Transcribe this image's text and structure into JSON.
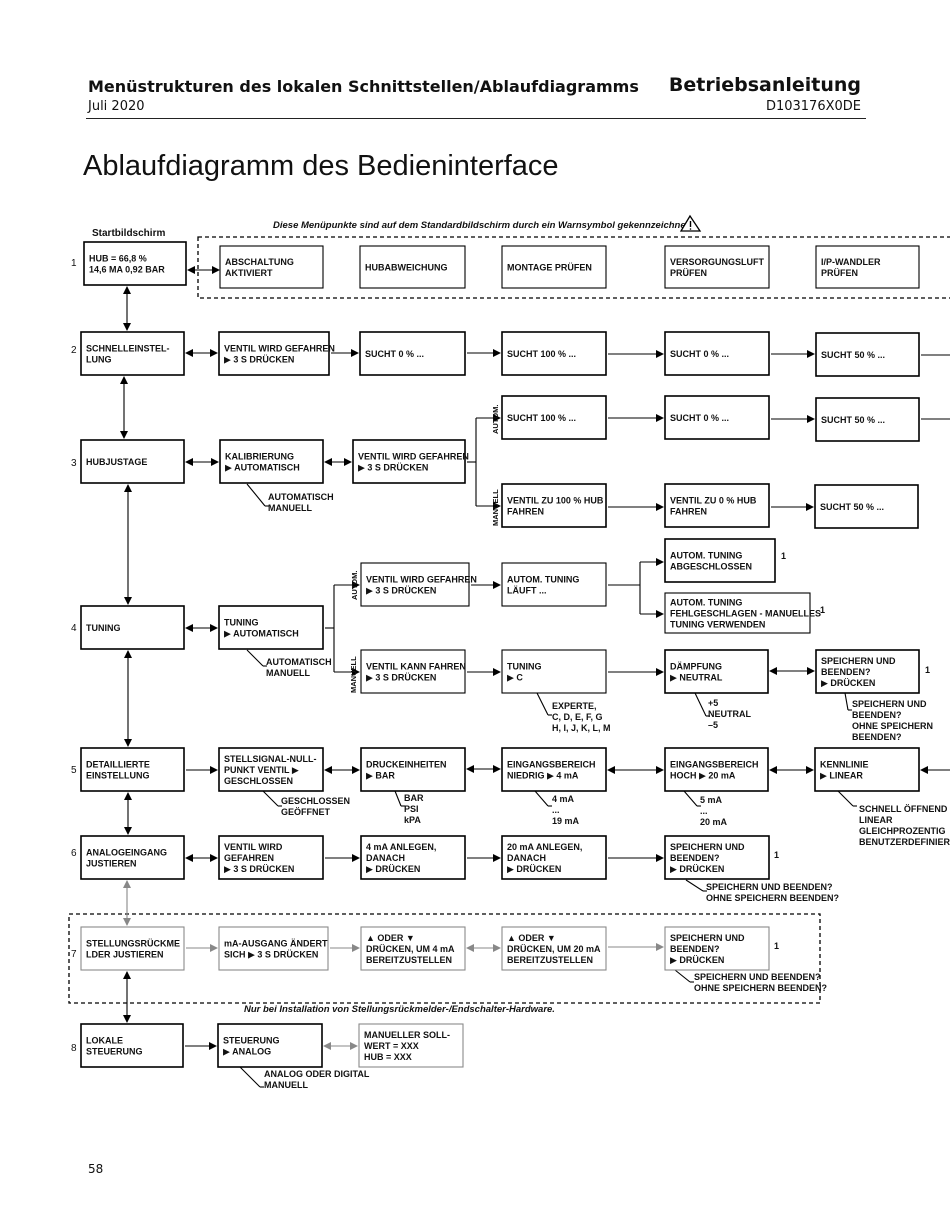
{
  "header": {
    "left_title": "Menüstrukturen des lokalen Schnittstellen/Ablaufdiagramms",
    "left_date": "Juli 2020",
    "right_title": "Betriebsanleitung",
    "right_doc": "D103176X0DE"
  },
  "page_title": "Ablaufdiagramm des Bedieninterface",
  "page_number": "58",
  "diagram": {
    "texts": {
      "startbildschirm": "Startbildschirm",
      "warn_note": "Diese Menüpunkte sind auf dem Standardbildschirm durch ein Warnsymbol gekennzeichnet.",
      "hw_note": "Nur bei Installation von Stellungsrückmelder-/Endschalter-Hardware.",
      "autom_3": "AUTOM.",
      "manuell_3": "MANUELL",
      "autom_4": "AUTOM.",
      "manuell_4": "MANUELL"
    },
    "row_numbers": [
      "1",
      "2",
      "3",
      "4",
      "5",
      "6",
      "7",
      "8"
    ],
    "boxes": {
      "b1": [
        "HUB = 66,8 %",
        "14,6 MA 0,92 BAR"
      ],
      "w1": [
        "ABSCHALTUNG",
        "AKTIVIERT"
      ],
      "w2": [
        "HUBABWEICHUNG"
      ],
      "w3": [
        "MONTAGE PRÜFEN"
      ],
      "w4": [
        "VERSORGUNGSLUFT",
        "PRÜFEN"
      ],
      "w5": [
        "I/P-WANDLER",
        "PRÜFEN"
      ],
      "b2": [
        "SCHNELLEINSTEL-",
        "LUNG"
      ],
      "r2a": [
        "VENTIL WIRD GEFAHREN",
        "▶ 3 S DRÜCKEN"
      ],
      "r2b": [
        "SUCHT 0 % ..."
      ],
      "r2c": [
        "SUCHT 100 % ..."
      ],
      "r2d": [
        "SUCHT 0 % ..."
      ],
      "r2e": [
        "SUCHT 50 % ..."
      ],
      "b3": [
        "HUBJUSTAGE"
      ],
      "r3a": [
        "KALIBRIERUNG",
        "▶ AUTOMATISCH"
      ],
      "r3b": [
        "VENTIL WIRD GEFAHREN",
        "▶ 3 S DRÜCKEN"
      ],
      "r3c": [
        "SUCHT 100 % ..."
      ],
      "r3d": [
        "SUCHT 0 % ..."
      ],
      "r3e": [
        "SUCHT 50 % ..."
      ],
      "r3f": [
        "VENTIL ZU 100 % HUB",
        "FAHREN"
      ],
      "r3g": [
        "VENTIL ZU 0 % HUB",
        "FAHREN"
      ],
      "r3h": [
        "SUCHT 50 % ..."
      ],
      "b4": [
        "TUNING"
      ],
      "r4a": [
        "TUNING",
        "▶ AUTOMATISCH"
      ],
      "r4b": [
        "VENTIL WIRD GEFAHREN",
        "▶ 3 S DRÜCKEN"
      ],
      "r4c": [
        "AUTOM. TUNING",
        "LÄUFT ..."
      ],
      "r4d": [
        "AUTOM. TUNING",
        "ABGESCHLOSSEN"
      ],
      "r4e": [
        "AUTOM. TUNING",
        "FEHLGESCHLAGEN - MANUELLES",
        "TUNING VERWENDEN"
      ],
      "r4f": [
        "VENTIL KANN FAHREN",
        "▶ 3 S DRÜCKEN"
      ],
      "r4g": [
        "TUNING",
        "▶ C"
      ],
      "r4h": [
        "DÄMPFUNG",
        "▶ NEUTRAL"
      ],
      "r4i": [
        "SPEICHERN UND",
        "BEENDEN?",
        "▶ DRÜCKEN"
      ],
      "b5": [
        "DETAILLIERTE",
        "EINSTELLUNG"
      ],
      "r5a": [
        "STELLSIGNAL-NULL-",
        "PUNKT VENTIL ▶",
        "GESCHLOSSEN"
      ],
      "r5b": [
        "DRUCKEINHEITEN",
        "▶ BAR"
      ],
      "r5c": [
        "EINGANGSBEREICH",
        "NIEDRIG ▶ 4 mA"
      ],
      "r5d": [
        "EINGANGSBEREICH",
        "HOCH ▶ 20 mA"
      ],
      "r5e": [
        "KENNLINIE",
        "▶ LINEAR"
      ],
      "b6": [
        "ANALOGEINGANG",
        "JUSTIEREN"
      ],
      "r6a": [
        "VENTIL WIRD",
        "GEFAHREN",
        "▶ 3 S DRÜCKEN"
      ],
      "r6b": [
        "4 mA ANLEGEN,",
        "DANACH",
        "▶ DRÜCKEN"
      ],
      "r6c": [
        "20 mA ANLEGEN,",
        "DANACH",
        "▶ DRÜCKEN"
      ],
      "r6d": [
        "SPEICHERN UND",
        "BEENDEN?",
        "▶ DRÜCKEN"
      ],
      "b7": [
        "STELLUNGSRÜCKME",
        "LDER JUSTIEREN"
      ],
      "r7a": [
        "mA-AUSGANG ÄNDERT",
        "SICH ▶ 3 S DRÜCKEN"
      ],
      "r7b": [
        "▲ ODER ▼",
        "DRÜCKEN, UM 4 mA",
        "BEREITZUSTELLEN"
      ],
      "r7c": [
        "▲ ODER ▼",
        "DRÜCKEN, UM 20 mA",
        "BEREITZUSTELLEN"
      ],
      "r7d": [
        "SPEICHERN UND",
        "BEENDEN?",
        "▶ DRÜCKEN"
      ],
      "b8": [
        "LOKALE",
        "STEUERUNG"
      ],
      "r8a": [
        "STEUERUNG",
        "▶ ANALOG"
      ],
      "r8b": [
        "MANUELLER SOLL-",
        "WERT = XXX",
        "HUB = XXX"
      ]
    },
    "options": {
      "o3": [
        "AUTOMATISCH",
        "MANUELL"
      ],
      "o4a": [
        "AUTOMATISCH",
        "MANUELL"
      ],
      "o4b": [
        "EXPERTE,",
        "C, D, E, F, G",
        "H, I, J, K, L, M"
      ],
      "o4c": [
        "+5",
        "NEUTRAL",
        "–5"
      ],
      "o4d": [
        "SPEICHERN UND",
        "BEENDEN?",
        "OHNE SPEICHERN",
        "BEENDEN?"
      ],
      "o5a": [
        "GESCHLOSSEN",
        "GEÖFFNET"
      ],
      "o5b": [
        "BAR",
        "PSI",
        "kPA"
      ],
      "o5c": [
        "4 mA",
        "...",
        "19 mA"
      ],
      "o5d": [
        "5 mA",
        "...",
        "20 mA"
      ],
      "o5e": [
        "SCHNELL ÖFFNEND",
        "LINEAR",
        "GLEICHPROZENTIG",
        "BENUTZERDEFINIERT"
      ],
      "o6": [
        "SPEICHERN UND BEENDEN?",
        "OHNE SPEICHERN BEENDEN?"
      ],
      "o7": [
        "SPEICHERN UND BEENDEN?",
        "OHNE SPEICHERN BEENDEN?"
      ],
      "o8": [
        "ANALOG ODER DIGITAL",
        "MANUELL"
      ]
    },
    "footnotes": {
      "f4d": "1",
      "f4e": "1",
      "f4i": "1",
      "f6d": "1",
      "f7d": "1"
    }
  }
}
